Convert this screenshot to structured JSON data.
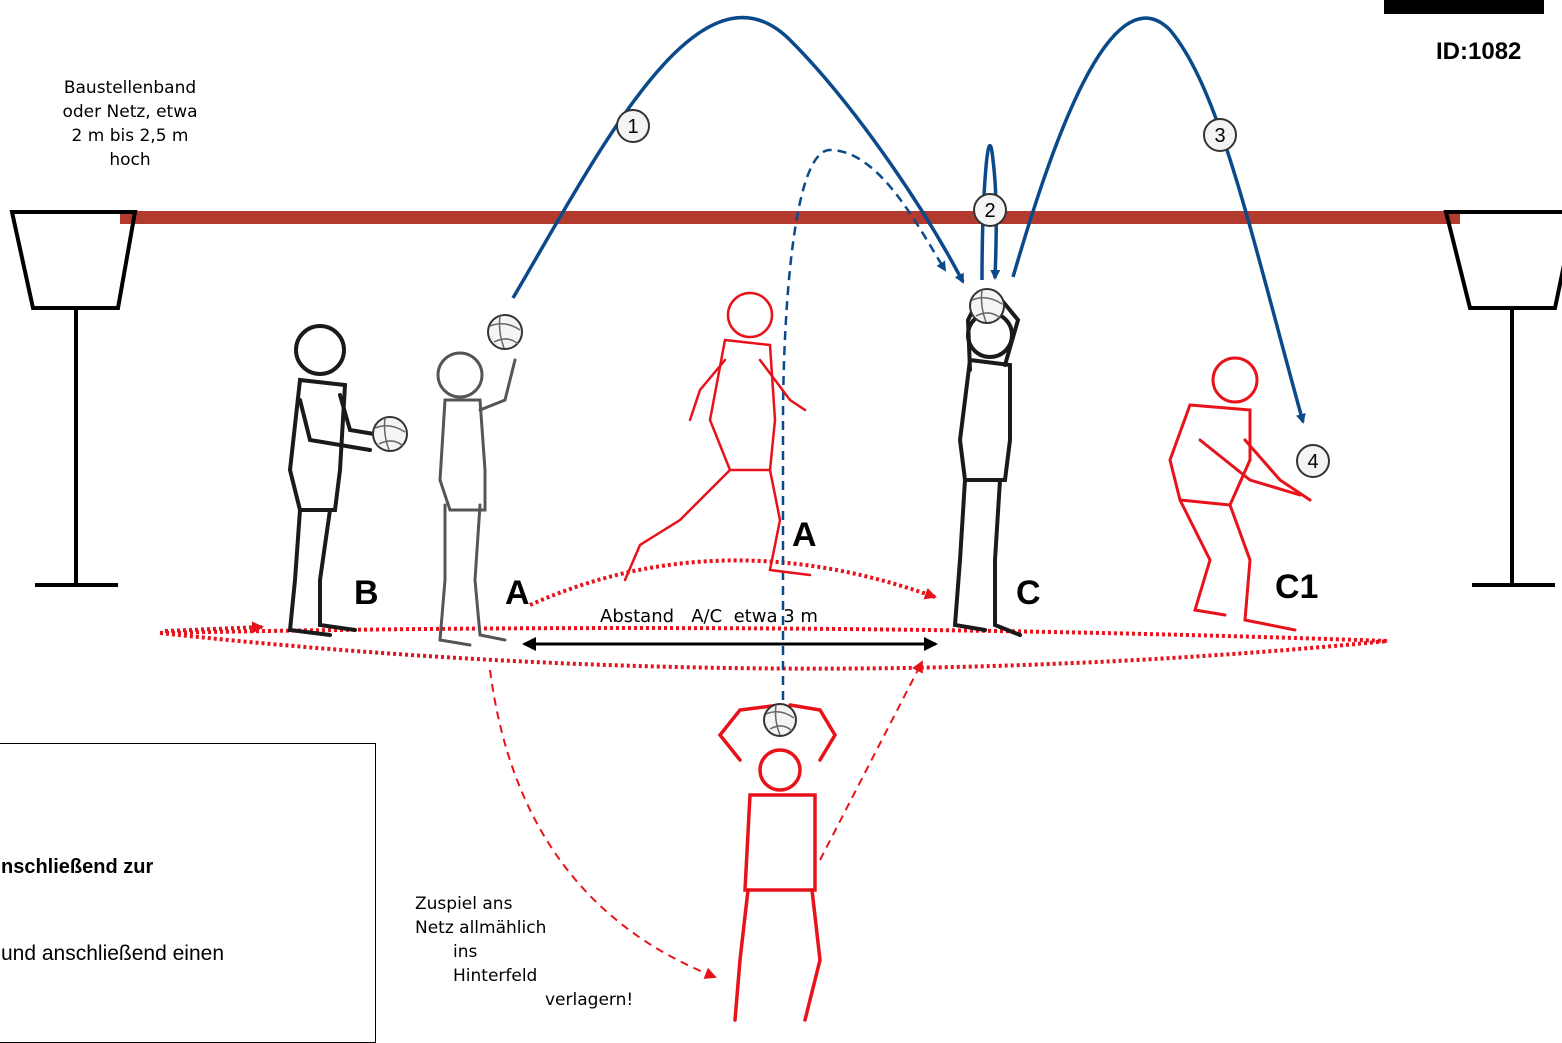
{
  "net_note": [
    "Baustellenband",
    "oder Netz, etwa",
    "2 m bis 2,5 m",
    "hoch"
  ],
  "id_label": "ID:1082",
  "player_labels": {
    "b": "B",
    "a_left": "A",
    "a_mid": "A",
    "c": "C",
    "c1": "C1"
  },
  "ball_numbers": [
    "1",
    "2",
    "3",
    "4"
  ],
  "distance_label": "Abstand   A/C  etwa 3 m",
  "zuspiel_note": [
    "Zuspiel ans",
    "Netz allmählich",
    "ins Hinterfeld",
    "verlagern!"
  ],
  "info_box": {
    "bold_line": "nschließend zur",
    "line2": "und anschließend einen"
  },
  "colors": {
    "net_band": "#b33a2e",
    "ball_path": "#0b4a8a",
    "run_path": "#e8121b",
    "player_black": "#1a1a1a",
    "player_red": "#e8121b"
  }
}
